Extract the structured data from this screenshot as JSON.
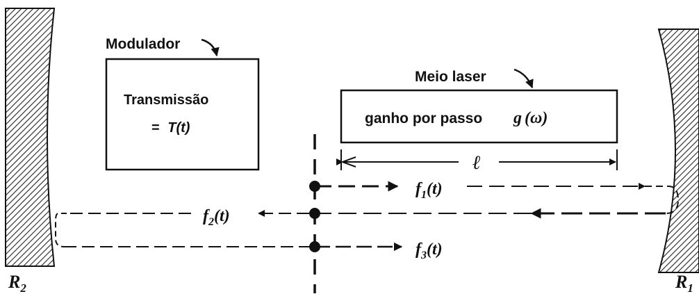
{
  "modulator": {
    "title": "Modulador",
    "line1": "Transmissão",
    "line2": "= ",
    "func": "T(t)"
  },
  "laser": {
    "title": "Meio laser",
    "gain_text": "ganho por passo",
    "gain_func": "g",
    "gain_arg": "(ω)",
    "length": "ℓ"
  },
  "beams": {
    "f1": "f",
    "f1_sub": "1",
    "f1_arg": "(t)",
    "f2": "f",
    "f2_sub": "2",
    "f2_arg": "(t)",
    "f3": "f",
    "f3_sub": "3",
    "f3_arg": "(t)"
  },
  "mirrors": {
    "left": "R",
    "left_sub": "2",
    "right": "R",
    "right_sub": "1"
  }
}
